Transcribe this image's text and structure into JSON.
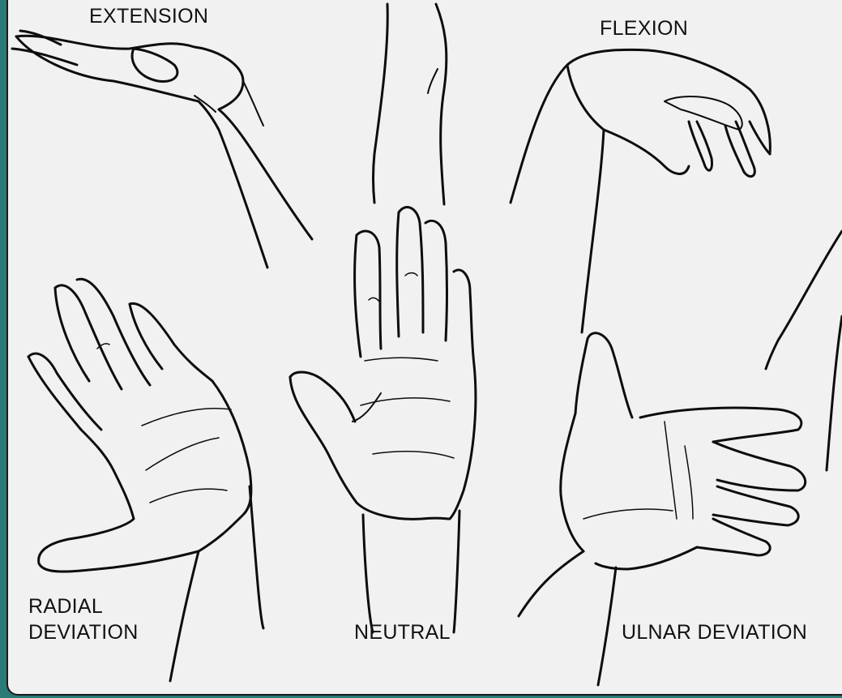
{
  "labels": {
    "extension": "EXTENSION",
    "flexion": "FLEXION",
    "radial_line1": "RADIAL",
    "radial_line2": "DEVIATION",
    "neutral": "NEUTRAL",
    "ulnar": "ULNAR DEVIATION"
  },
  "colors": {
    "frame": "#2a7a78",
    "panel": "#f1f1f1",
    "ink": "#0d0d0d"
  }
}
